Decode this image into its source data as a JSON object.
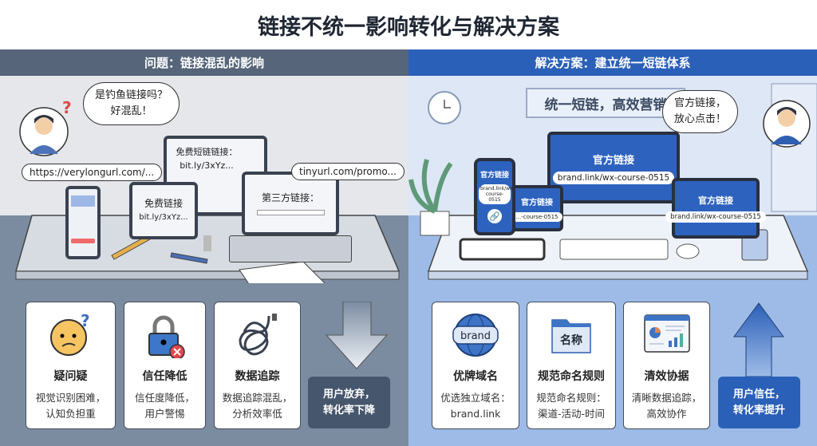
{
  "title": "链接不统一影响转化与解决方案",
  "problem": {
    "header": "问题：链接混乱的影响",
    "thought": "是钓鱼链接吗？\n好混乱！",
    "url_bubble_1": "https://verylongurl.com/...",
    "url_bubble_2": "tinyurl.com/promo...",
    "monitor": {
      "label": "免费短链链接：",
      "url": "bit.ly/3xYz..."
    },
    "tablet": {
      "label": "免费链接",
      "url": "bit.ly/3xYz..."
    },
    "laptop": {
      "label": "第三方链接："
    },
    "cards": [
      {
        "icon": "confused-face-icon",
        "title": "疑问疑",
        "desc": "视觉识别困难，\n认知负担重"
      },
      {
        "icon": "lock-error-icon",
        "title": "信任降低",
        "desc": "信任度降低，\n用户警惕"
      },
      {
        "icon": "tangled-cable-icon",
        "title": "数据追踪",
        "desc": "数据追踪混乱，\n分析效率低"
      }
    ],
    "result": "用户放弃，\n转化率下降"
  },
  "solution": {
    "header": "解决方案：建立统一短链体系",
    "banner": "统一短链，高效营销",
    "thought": "官方链接，\n放心点击！",
    "official_label": "官方链接",
    "official_url": "brand.link/wx-course-0515",
    "phone_url": "brand.link/wx-course-0515",
    "tablet_url": "...-course-0515",
    "cards": [
      {
        "icon": "brand-globe-icon",
        "badge": "brand",
        "title": "优牌域名",
        "desc": "优选独立域名：\nbrand.link"
      },
      {
        "icon": "name-folder-icon",
        "badge": "名称",
        "title": "规范命名规则",
        "desc": "规范命名规则：\n渠道-活动-时间"
      },
      {
        "icon": "dashboard-chart-icon",
        "title": "清效协据",
        "desc": "清晰数据追踪，\n高效协作"
      }
    ],
    "result": "用户信任，\n转化率提升"
  },
  "colors": {
    "problem": "#566579",
    "solution": "#2b60b8"
  }
}
